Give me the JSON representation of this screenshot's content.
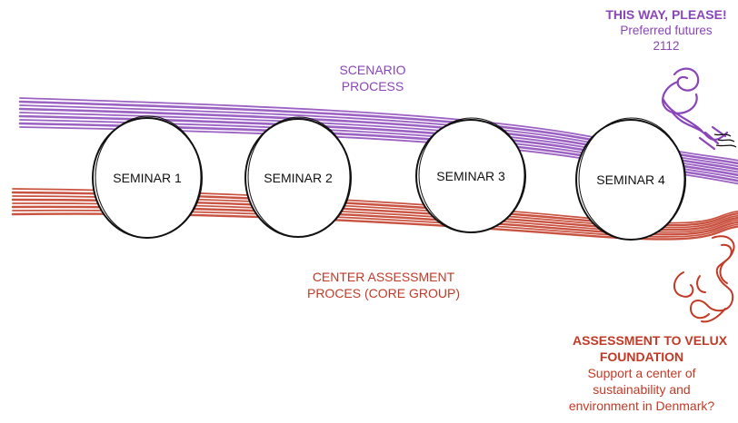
{
  "colors": {
    "purple": "#8a45b8",
    "red": "#c23a26",
    "ink": "#111111"
  },
  "scenario": {
    "line1": "SCENARIO",
    "line2": "PROCESS"
  },
  "center": {
    "line1": "CENTER ASSESSMENT",
    "line2": "PROCES (CORE GROUP)"
  },
  "seminars": [
    "SEMINAR 1",
    "SEMINAR 2",
    "SEMINAR 3",
    "SEMINAR 4"
  ],
  "top_right": {
    "heading": "THIS WAY, PLEASE!",
    "line1": "Preferred futures",
    "line2": "2112"
  },
  "bottom_right": {
    "heading1": "ASSESSMENT TO VELUX",
    "heading2": "FOUNDATION",
    "line1": "Support a center of",
    "line2": "sustainability and",
    "line3": "environment in Denmark?"
  }
}
